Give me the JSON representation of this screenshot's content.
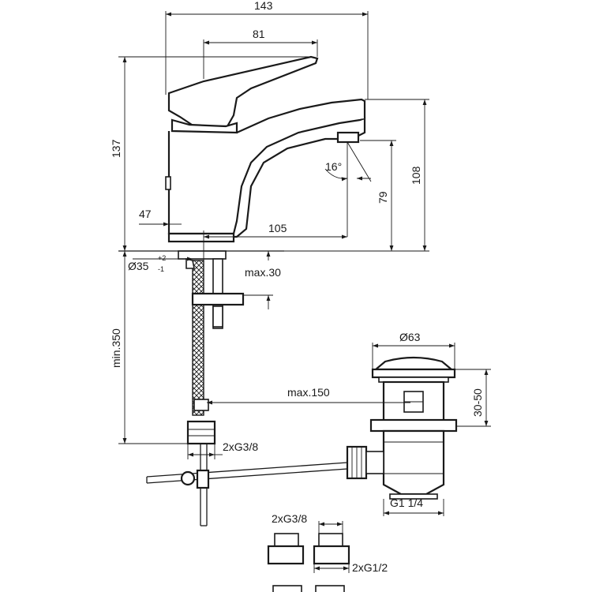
{
  "dimensions": {
    "overall_width": "143",
    "lever_width": "81",
    "height_total": "137",
    "height_spout": "108",
    "height_outlet": "79",
    "angle": "16°",
    "body_offset": "47",
    "spout_reach": "105",
    "hole_diameter": "Ø35",
    "hole_tol_upper": "+2",
    "hole_tol_lower": "-1",
    "deck_thickness": "max.30",
    "hose_length": "min.350",
    "waste_diameter": "Ø63",
    "waste_height": "30-50",
    "rod_length": "max.150",
    "hose_thread": "2xG3/8",
    "waste_thread": "G1 1/4",
    "adapter_in": "2xG3/8",
    "adapter_out": "2xG1/2"
  }
}
